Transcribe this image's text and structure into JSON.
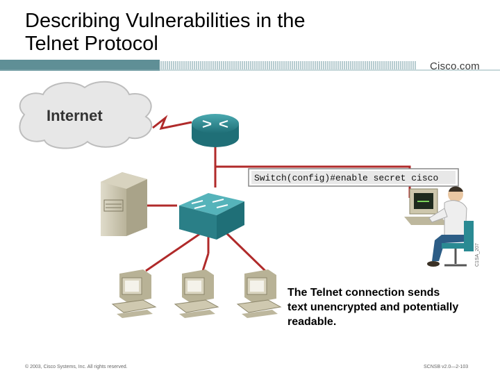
{
  "title": {
    "line1": "Describing Vulnerabilities in the",
    "line2": "Telnet Protocol"
  },
  "brand": "Cisco.com",
  "diagram": {
    "cloud_label": "Internet",
    "command": "Switch(config)#enable secret cisco",
    "caption_lines": [
      "The Telnet connection sends",
      "text unencrypted and potentially",
      "readable."
    ]
  },
  "footer": {
    "copyright": "© 2003, Cisco Systems, Inc. All rights reserved.",
    "course": "SCNSB v2.0—2-103"
  },
  "figure_id": "C1SA_207",
  "colors": {
    "band": "#5f8f96",
    "device_teal": "#2f8a92",
    "link_red": "#b02a2a",
    "server": "#c9c4ae"
  }
}
